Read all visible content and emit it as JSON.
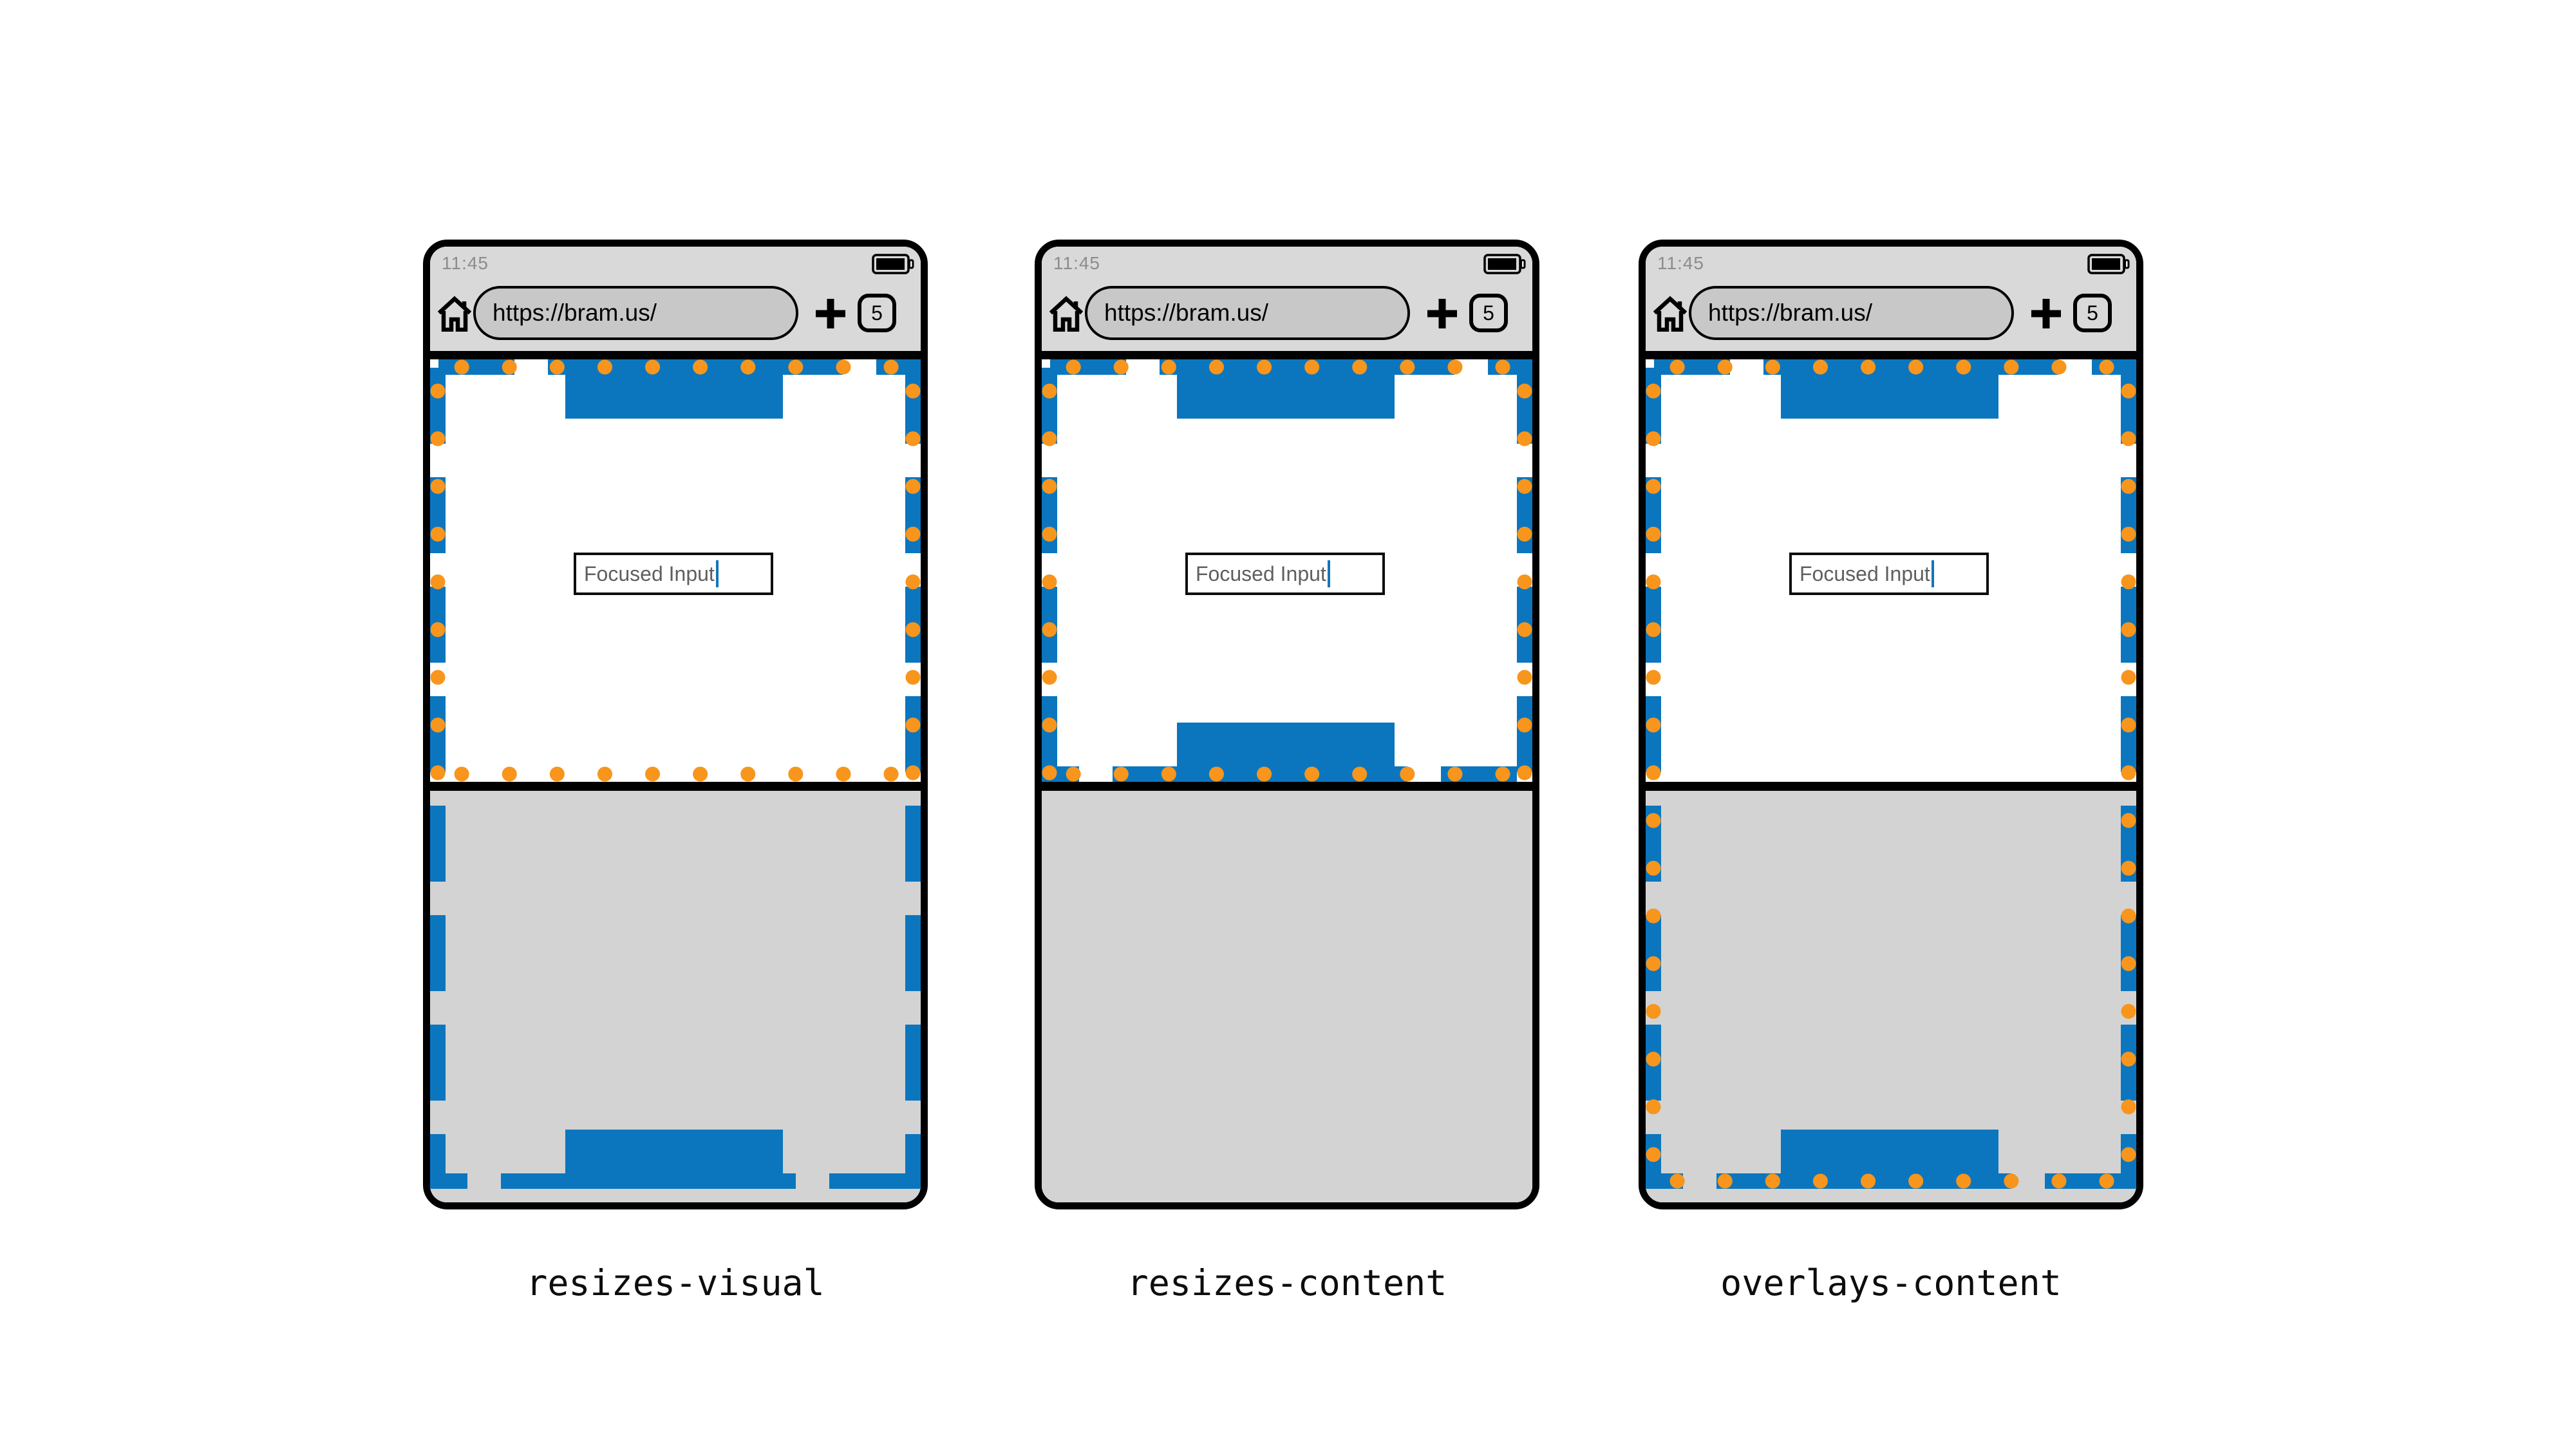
{
  "browser": {
    "time": "11:45",
    "url": "https://bram.us/",
    "tab_count": "5"
  },
  "content": {
    "input_value": "Focused Input"
  },
  "phones": [
    {
      "label": "resizes-visual"
    },
    {
      "label": "resizes-content"
    },
    {
      "label": "overlays-content"
    }
  ],
  "colors": {
    "blue": "#0b76be",
    "orange": "#f8951c",
    "chrome_bg": "#d9d9d9",
    "pill_bg": "#c8c8c8",
    "keyboard_bg": "#d3d3d3",
    "time_color": "#8c8c8c",
    "input_text": "#5f5f5f",
    "caret": "#1474bb",
    "frame": "#000000"
  },
  "icons": {
    "home-icon": "⌂",
    "new-tab-icon": "+",
    "battery-icon": "▮",
    "tab-counter": "5",
    "text-caret": "|"
  }
}
